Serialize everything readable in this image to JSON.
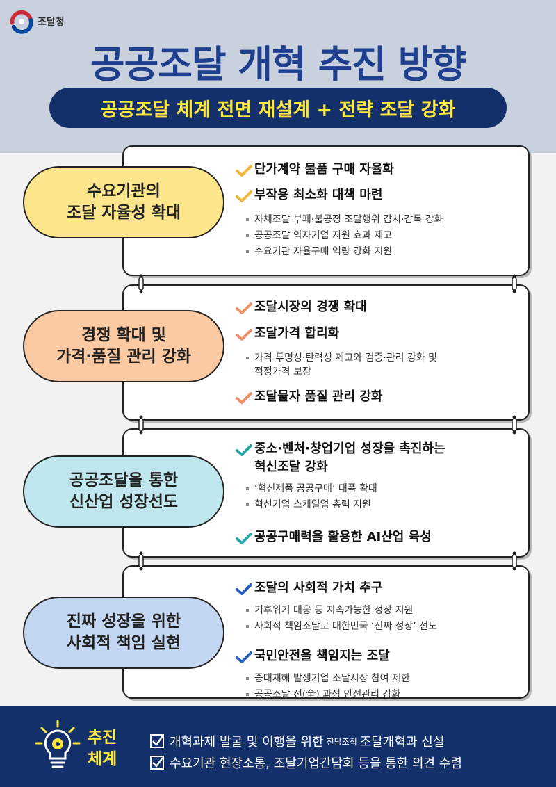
{
  "header": {
    "logo_text": "조달청",
    "title": "공공조달 개혁 추진 방향",
    "subtitle": "공공조달 체계 전면 재설계 + 전략 조달 강화"
  },
  "sections": [
    {
      "pill_line1": "수요기관의",
      "pill_line2": "조달 자율성 확대",
      "color": "#fde58b",
      "check_color": "#f2b73a",
      "items": [
        {
          "text": "단가계약 물품 구매 자율화"
        },
        {
          "text": "부작용 최소화 대책 마련"
        }
      ],
      "subs": [
        "자체조달 부패·불공정 조달행위 감시·감독 강화",
        "공공조달 약자기업 지원 효과 제고",
        "수요기관 자율구매 역량 강화 지원"
      ]
    },
    {
      "pill_line1": "경쟁 확대 및",
      "pill_line2": "가격·품질 관리 강화",
      "color": "#fbc9a2",
      "check_color": "#ee8f68",
      "items": [
        {
          "text": "조달시장의 경쟁 확대"
        },
        {
          "text": "조달가격 합리화"
        },
        {
          "text": "조달물자 품질 관리 강화"
        }
      ],
      "subs": [
        "가격 투명성·탄력성 제고와 검증·관리 강화 및",
        "적정가격 보장"
      ]
    },
    {
      "pill_line1": "공공조달을 통한",
      "pill_line2": "신산업 성장선도",
      "color": "#bfe6ec",
      "check_color": "#2aa6a8",
      "items": [
        {
          "text": "중소·벤처·창업기업 성장을 촉진하는"
        },
        {
          "text": "혁신조달 강화"
        },
        {
          "text": "공공구매력을 활용한 AI산업 육성"
        }
      ],
      "subs": [
        "‘혁신제품 공공구매’ 대폭 확대",
        "혁신기업 스케일업 총력 지원"
      ]
    },
    {
      "pill_line1": "진짜 성장을 위한",
      "pill_line2": "사회적 책임 실현",
      "color": "#c3d7f2",
      "check_color": "#2760b8",
      "items": [
        {
          "text": "조달의 사회적 가치 추구"
        },
        {
          "text": "국민안전을 책임지는 조달"
        }
      ],
      "subs": [
        "기후위기 대응 등 지속가능한 성장 지원",
        "사회적 책임조달로 대한민국 ‘진짜 성장’ 선도",
        "중대재해 발생기업 조달시장 참여 제한",
        "공공조달 전(全) 과정 안전관리 강화"
      ]
    }
  ],
  "footer": {
    "label_line1": "추진",
    "label_line2": "체계",
    "line1_pre": "개혁과제 발굴 및 이행을 위한",
    "line1_small": "전담조직",
    "line1_post": "조달개혁과 신설",
    "line2": "수요기관 현장소통, 조달기업간담회 등을 통한 의견 수렴"
  }
}
